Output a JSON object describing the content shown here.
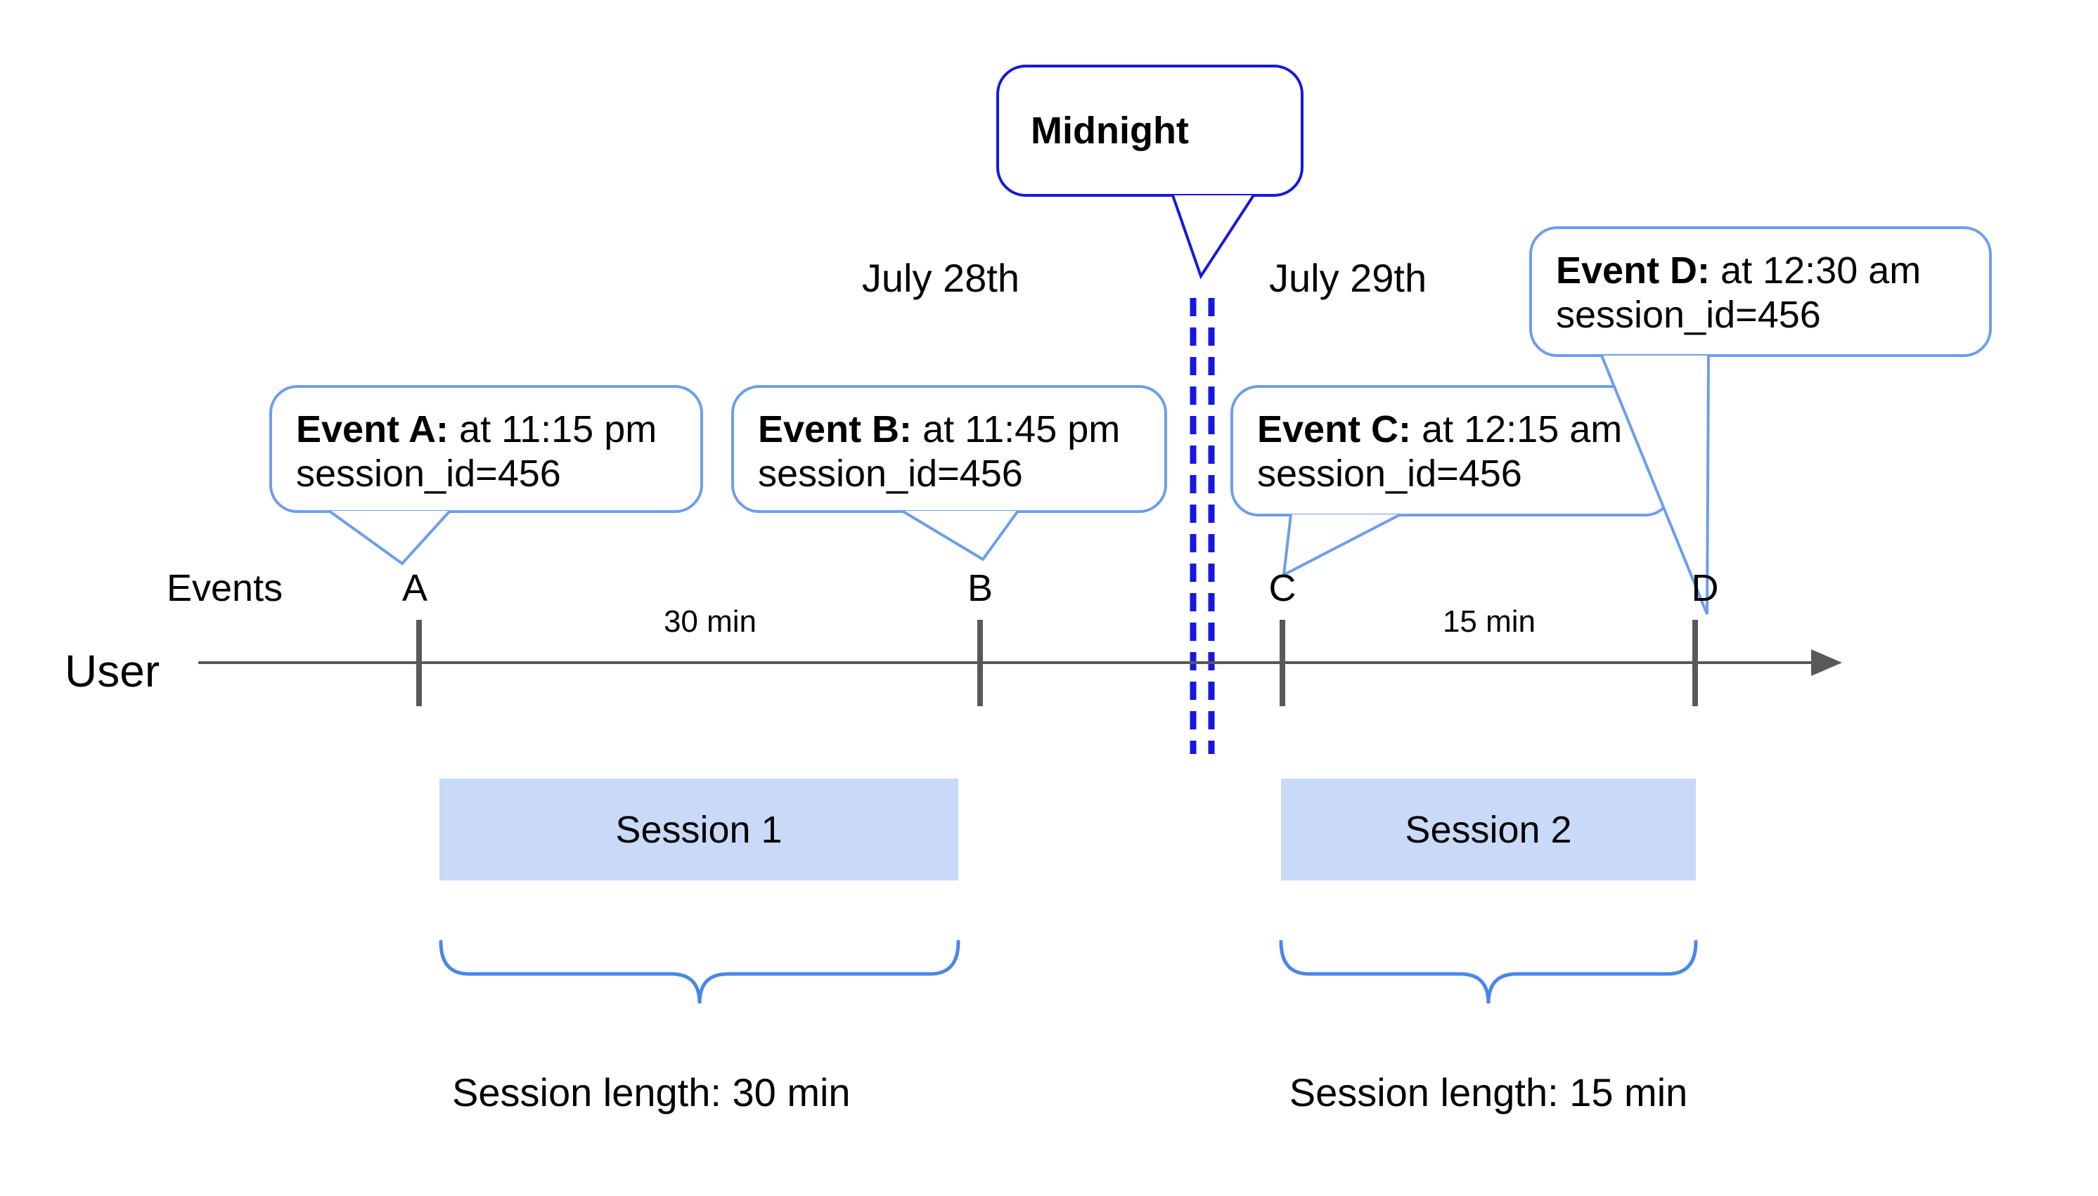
{
  "midnight": {
    "label": "Midnight"
  },
  "dates": {
    "left": "July 28th",
    "right": "July 29th"
  },
  "events": [
    {
      "letter": "A",
      "title": "Event A:",
      "time": "at 11:15 pm",
      "session_id": "session_id=456"
    },
    {
      "letter": "B",
      "title": "Event B:",
      "time": "at 11:45 pm",
      "session_id": "session_id=456"
    },
    {
      "letter": "C",
      "title": "Event C:",
      "time": "at 12:15 am",
      "session_id": "session_id=456"
    },
    {
      "letter": "D",
      "title": "Event D:",
      "time": "at 12:30 am",
      "session_id": "session_id=456"
    }
  ],
  "axis": {
    "events_label": "Events",
    "user_label": "User"
  },
  "intervals": {
    "left": "30 min",
    "right": "15 min"
  },
  "sessions": [
    {
      "box_label": "Session 1",
      "length_label": "Session length: 30 min"
    },
    {
      "box_label": "Session 2",
      "length_label": "Session length: 15 min"
    }
  ],
  "colors": {
    "midnight_blue": "#1717e0",
    "bubble_border_blue": "#6d9eeb",
    "brace_blue": "#4a86e8",
    "timeline_gray": "#595959",
    "session_fill": "#c9daf8",
    "text": "#000000"
  }
}
